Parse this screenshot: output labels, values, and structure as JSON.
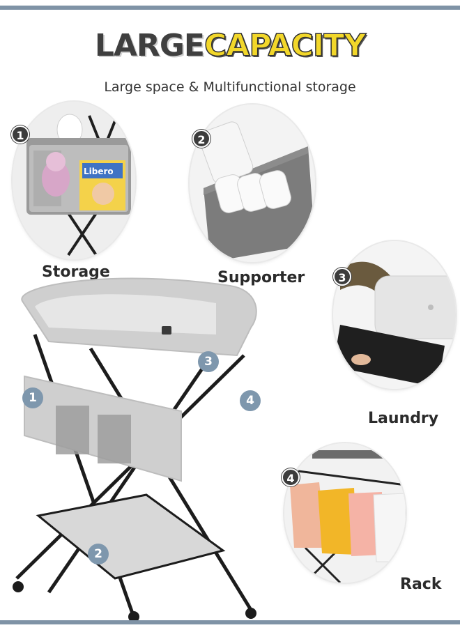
{
  "title": {
    "part1": "LARGE",
    "part2": "CAPACITY"
  },
  "subtitle": "Large space & Multifunctional storage",
  "features": [
    {
      "number": "1",
      "label": "Storage"
    },
    {
      "number": "2",
      "label": "Supporter"
    },
    {
      "number": "3",
      "label": "Laundry"
    },
    {
      "number": "4",
      "label": "Rack"
    }
  ],
  "diaper_brand": "Libero",
  "product_markers": [
    "1",
    "2",
    "3",
    "4"
  ],
  "colors": {
    "title_accent": "#f2d72a",
    "badge_blue": "#7e97ad",
    "frame": "#7f93a6"
  }
}
